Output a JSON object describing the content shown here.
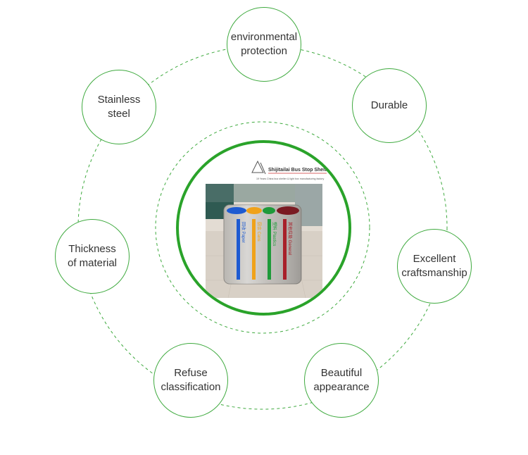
{
  "diagram": {
    "accent_color": "#3faa3f",
    "center_ring_color": "#2aa32a",
    "center_image": {
      "logo_name": "Shijitailai Bus Stop Shelter",
      "logo_tagline": "19 Years China bus shelter & light box manufacturing factory",
      "bin_labels": [
        {
          "text": "回收 Paper",
          "color": "#1e5bd1"
        },
        {
          "text": "厨余 Cans",
          "color": "#f0a21a"
        },
        {
          "text": "塑料 Plastics",
          "color": "#1f9a3a"
        },
        {
          "text": "其他垃圾 General",
          "color": "#a8202a"
        }
      ]
    },
    "nodes": [
      {
        "id": "environmental-protection",
        "label": "environmental\nprotection"
      },
      {
        "id": "durable",
        "label": "Durable"
      },
      {
        "id": "excellent-craftsmanship",
        "label": "Excellent\ncraftsmanship"
      },
      {
        "id": "beautiful-appearance",
        "label": "Beautiful\nappearance"
      },
      {
        "id": "refuse-classification",
        "label": "Refuse\nclassification"
      },
      {
        "id": "thickness-of-material",
        "label": "Thickness\nof material"
      },
      {
        "id": "stainless-steel",
        "label": "Stainless\nsteel"
      }
    ]
  }
}
